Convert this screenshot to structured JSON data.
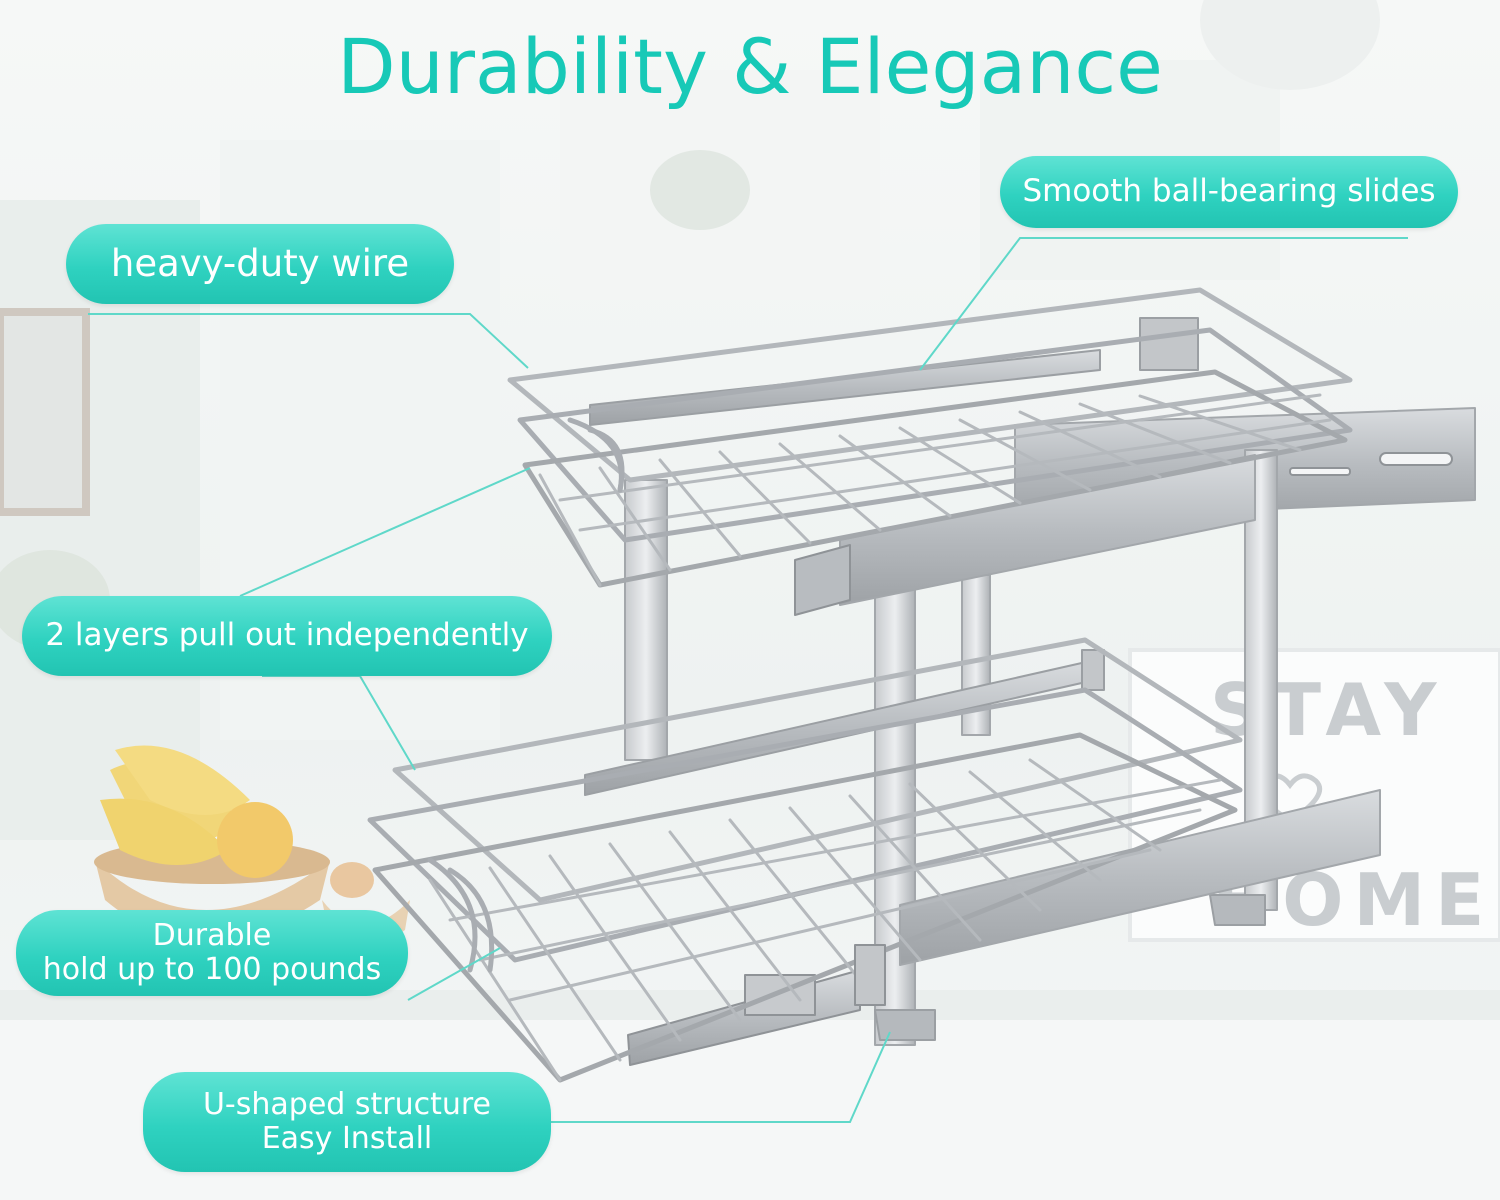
{
  "title": "Durability & Elegance",
  "callouts": {
    "wire": "heavy-duty wire",
    "slides": "Smooth ball-bearing slides",
    "layers": "2 layers pull out independently",
    "durable_line1": "Durable",
    "durable_line2": "hold up to 100 pounds",
    "ushape_line1": "U-shaped structure",
    "ushape_line2": "Easy Install"
  },
  "sign": {
    "line1": "STAY",
    "line2": "HOME"
  },
  "colors": {
    "accent": "#17c9b7",
    "pill": "#2fd2c0",
    "leader": "#5fd8c9",
    "wire": "#a9adb2"
  }
}
